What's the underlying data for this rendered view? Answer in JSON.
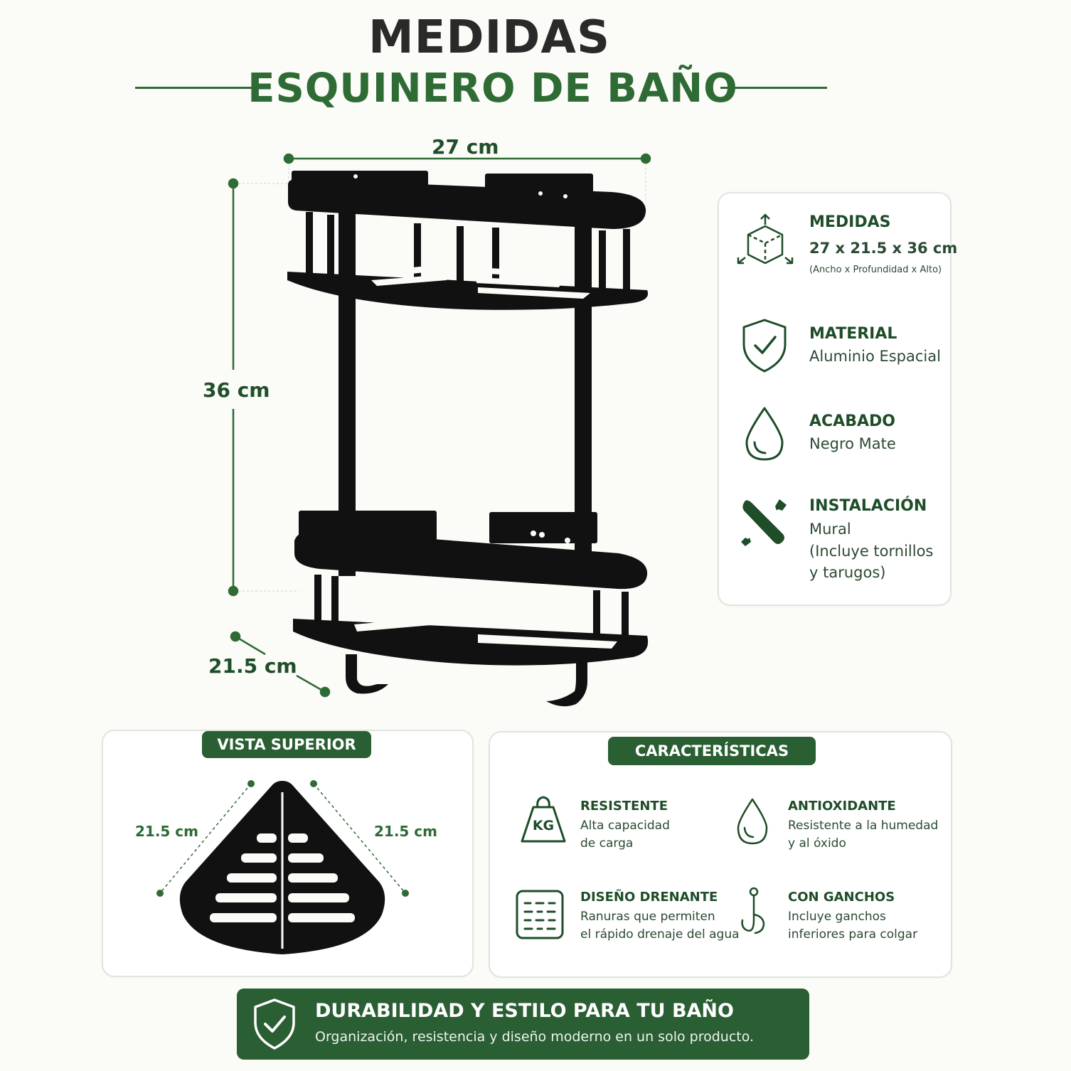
{
  "header": {
    "title": "MEDIDAS",
    "subtitle": "ESQUINERO DE BAÑO"
  },
  "product_dimensions": {
    "width": "27 cm",
    "height": "36 cm",
    "depth": "21.5 cm"
  },
  "specs": [
    {
      "icon": "cube-dimensions-icon",
      "title": "MEDIDAS",
      "value": "27 x 21.5 x 36 cm",
      "note": "(Ancho x Profundidad x Alto)"
    },
    {
      "icon": "shield-check-icon",
      "title": "MATERIAL",
      "value": "Aluminio Espacial"
    },
    {
      "icon": "water-drop-icon",
      "title": "ACABADO",
      "value": "Negro Mate"
    },
    {
      "icon": "tools-icon",
      "title": "INSTALACIÓN",
      "value": "Mural",
      "value2": "(Incluye tornillos",
      "value3": "y tarugos)"
    }
  ],
  "top_view": {
    "label": "VISTA SUPERIOR",
    "left_dim": "21.5 cm",
    "right_dim": "21.5 cm"
  },
  "features": {
    "label": "CARACTERÍSTICAS",
    "items": [
      {
        "icon": "kettlebell-kg-icon",
        "icon_text": "KG",
        "title": "RESISTENTE",
        "line1": "Alta capacidad",
        "line2": "de carga"
      },
      {
        "icon": "water-drop-icon",
        "title": "ANTIOXIDANTE",
        "line1": "Resistente a la humedad",
        "line2": "y al óxido"
      },
      {
        "icon": "drain-grid-icon",
        "title": "DISEÑO DRENANTE",
        "line1": "Ranuras que permiten",
        "line2": "el rápido drenaje del agua"
      },
      {
        "icon": "hook-icon",
        "title": "CON GANCHOS",
        "line1": "Incluye ganchos",
        "line2": "inferiores para colgar"
      }
    ]
  },
  "banner": {
    "icon": "shield-check-icon",
    "title": "DURABILIDAD Y ESTILO PARA TU BAÑO",
    "text": "Organización, resistencia y diseño moderno en un solo producto."
  },
  "colors": {
    "brand_green": "#2a5e33",
    "title_green": "#2e6b35",
    "dark_text": "#2a2a2a",
    "product_black": "#111111"
  }
}
